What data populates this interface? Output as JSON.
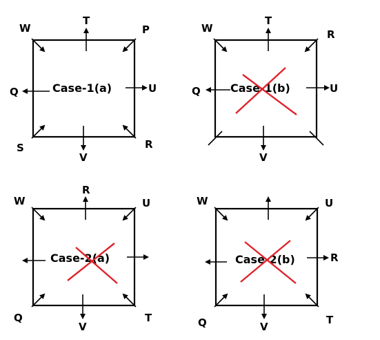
{
  "colors": {
    "line": "#000000",
    "cross": "#e0232b",
    "background": "#ffffff"
  },
  "panels": [
    {
      "id": "case-1a",
      "title": "Case-1(a)",
      "crossed": false,
      "labels": {
        "top_left": "W",
        "top": "T",
        "top_right": "P",
        "left": "Q",
        "right": "U",
        "bottom_left": "S",
        "bottom": "V",
        "bottom_right": "R"
      }
    },
    {
      "id": "case-1b",
      "title": "Case-1(b)",
      "crossed": true,
      "labels": {
        "top_left": "W",
        "top": "T",
        "top_right": "R",
        "left": "Q",
        "right": "U",
        "bottom_left": "",
        "bottom": "V",
        "bottom_right": ""
      }
    },
    {
      "id": "case-2a",
      "title": "Case-2(a)",
      "crossed": true,
      "labels": {
        "top_left": "W",
        "top": "R",
        "top_right": "U",
        "left": "",
        "right": "",
        "bottom_left": "Q",
        "bottom": "V",
        "bottom_right": "T"
      }
    },
    {
      "id": "case-2b",
      "title": "Case-2(b)",
      "crossed": true,
      "labels": {
        "top_left": "W",
        "top": "",
        "top_right": "U",
        "left": "",
        "right": "R",
        "bottom_left": "Q",
        "bottom": "V",
        "bottom_right": "T"
      }
    }
  ]
}
